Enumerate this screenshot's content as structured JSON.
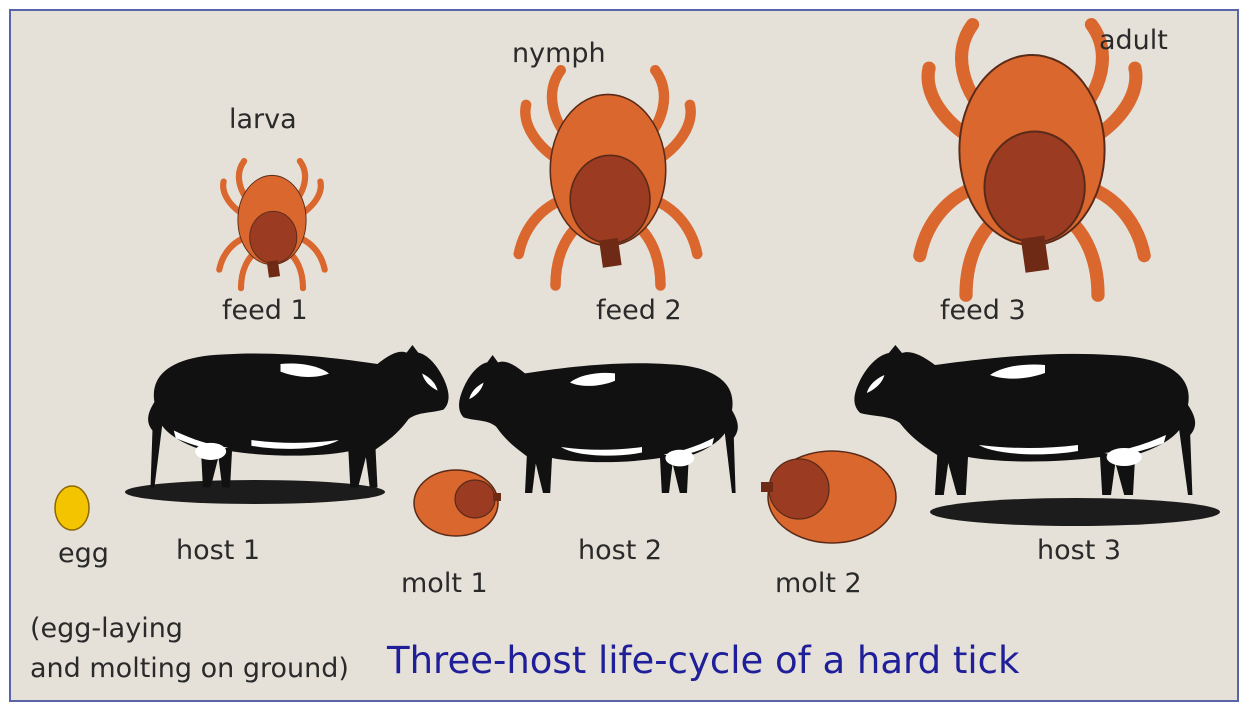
{
  "labels": {
    "larva": "larva",
    "nymph": "nymph",
    "adult": "adult",
    "feed1": "feed 1",
    "feed2": "feed 2",
    "feed3": "feed 3",
    "egg": "egg",
    "host1": "host 1",
    "host2": "host 2",
    "host3": "host 3",
    "molt1": "molt 1",
    "molt2": "molt 2",
    "note_line1": "(egg-laying",
    "note_line2": "and molting on ground)"
  },
  "title": "Three-host life-cycle of a hard tick",
  "colors": {
    "background": "#e6e1d8",
    "border": "#5a64a8",
    "tick_body": "#d9672e",
    "tick_shield": "#9a3b22",
    "tick_mouth": "#6e2a15",
    "egg": "#f5c400",
    "cow": "#111111",
    "title": "#1f1f9a"
  },
  "icons": [
    "larva-tick-icon",
    "nymph-tick-icon",
    "adult-tick-icon",
    "egg-icon",
    "molt-1-icon",
    "molt-2-icon",
    "cow-host-1-icon",
    "cow-host-2-icon",
    "cow-host-3-icon"
  ]
}
